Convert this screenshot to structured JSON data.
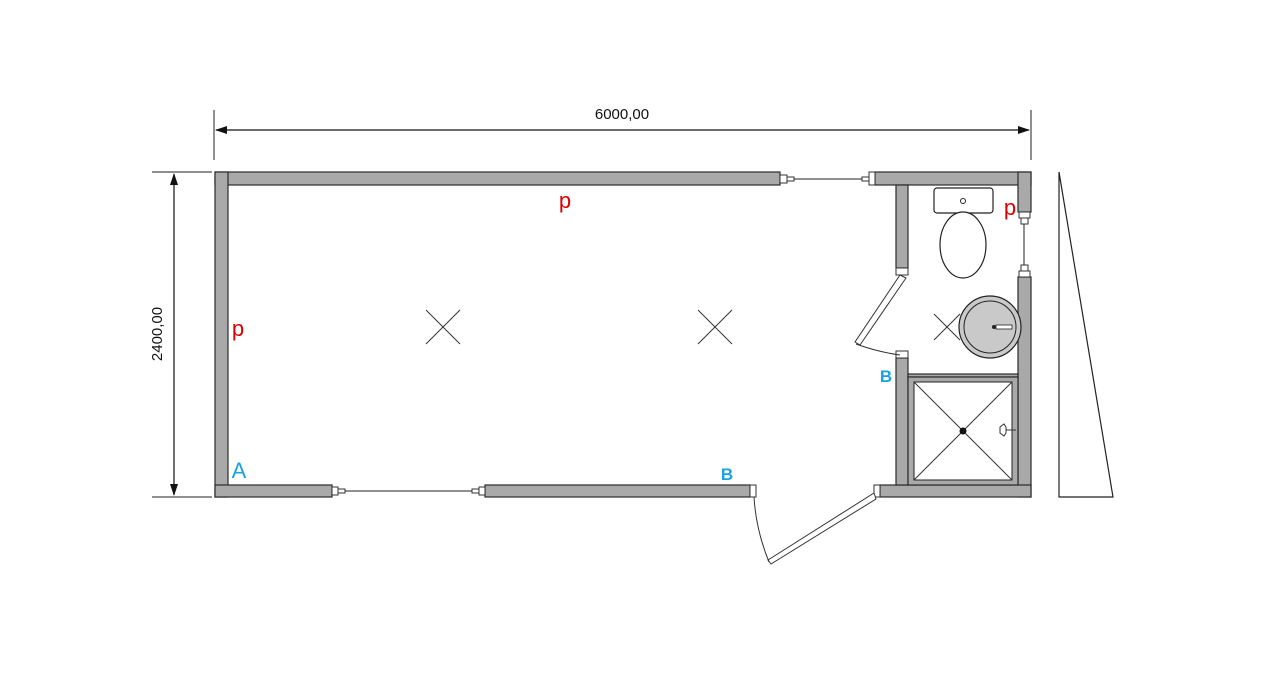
{
  "dimensions": {
    "width_label": "6000,00",
    "height_label": "2400,00"
  },
  "labels": {
    "p_top": "p",
    "p_left": "p",
    "p_bath": "p",
    "a_corner": "A",
    "b_bottom": "B",
    "b_bath": "B"
  },
  "colors": {
    "wall_fill": "#a9a9a9",
    "wall_stroke": "#2b2b2b",
    "label_red": "#e00000",
    "label_blue": "#1aa3e0"
  },
  "icons": [
    "toilet-icon",
    "sink-icon",
    "shower-tray-icon",
    "ceiling-light-icon",
    "window-icon",
    "door-icon"
  ]
}
